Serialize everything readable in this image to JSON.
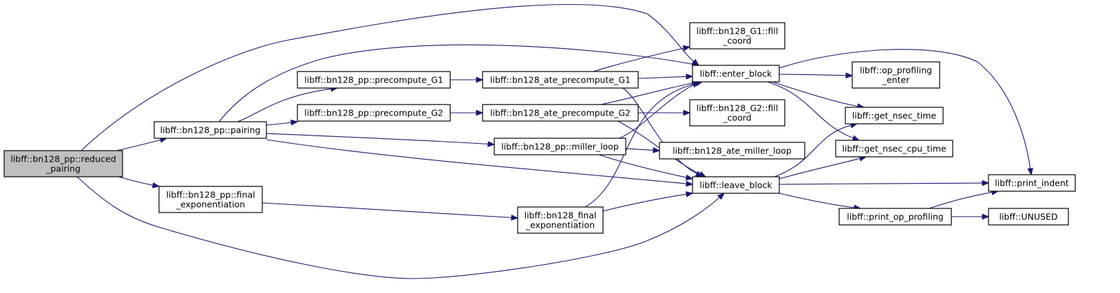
{
  "colors": {
    "edge": "#191970",
    "node_fill": "#ffffff",
    "root_fill": "#bfbfbf",
    "node_border": "#000000",
    "background": "#ffffff"
  },
  "nodes": [
    {
      "id": "reduced_pairing",
      "lines": [
        "libff::bn128_pp::reduced",
        "_pairing"
      ],
      "root": true
    },
    {
      "id": "pairing",
      "lines": [
        "libff::bn128_pp::pairing"
      ]
    },
    {
      "id": "final_exponentiation",
      "lines": [
        "libff::bn128_pp::final",
        "_exponentiation"
      ]
    },
    {
      "id": "precompute_G1",
      "lines": [
        "libff::bn128_pp::precompute_G1"
      ]
    },
    {
      "id": "precompute_G2",
      "lines": [
        "libff::bn128_pp::precompute_G2"
      ]
    },
    {
      "id": "miller_loop",
      "lines": [
        "libff::bn128_pp::miller_loop"
      ]
    },
    {
      "id": "ate_precompute_G1",
      "lines": [
        "libff::bn128_ate_precompute_G1"
      ]
    },
    {
      "id": "ate_precompute_G2",
      "lines": [
        "libff::bn128_ate_precompute_G2"
      ]
    },
    {
      "id": "bn128_final_exponentiation",
      "lines": [
        "libff::bn128_final",
        "_exponentiation"
      ]
    },
    {
      "id": "G1_fill_coord",
      "lines": [
        "libff::bn128_G1::fill",
        "_coord"
      ]
    },
    {
      "id": "enter_block",
      "lines": [
        "libff::enter_block"
      ]
    },
    {
      "id": "G2_fill_coord",
      "lines": [
        "libff::bn128_G2::fill",
        "_coord"
      ]
    },
    {
      "id": "ate_miller_loop",
      "lines": [
        "libff::bn128_ate_miller_loop"
      ]
    },
    {
      "id": "leave_block",
      "lines": [
        "libff::leave_block"
      ]
    },
    {
      "id": "op_profiling_enter",
      "lines": [
        "libff::op_profiling",
        "_enter"
      ]
    },
    {
      "id": "get_nsec_time",
      "lines": [
        "libff::get_nsec_time"
      ]
    },
    {
      "id": "get_nsec_cpu_time",
      "lines": [
        "libff::get_nsec_cpu_time"
      ]
    },
    {
      "id": "print_op_profiling",
      "lines": [
        "libff::print_op_profiling"
      ]
    },
    {
      "id": "print_indent",
      "lines": [
        "libff::print_indent"
      ]
    },
    {
      "id": "UNUSED",
      "lines": [
        "libff::UNUSED"
      ]
    }
  ],
  "edges": [
    [
      "reduced_pairing",
      "pairing"
    ],
    [
      "reduced_pairing",
      "final_exponentiation"
    ],
    [
      "reduced_pairing",
      "enter_block"
    ],
    [
      "reduced_pairing",
      "leave_block"
    ],
    [
      "pairing",
      "precompute_G1"
    ],
    [
      "pairing",
      "precompute_G2"
    ],
    [
      "pairing",
      "miller_loop"
    ],
    [
      "pairing",
      "enter_block"
    ],
    [
      "pairing",
      "leave_block"
    ],
    [
      "final_exponentiation",
      "bn128_final_exponentiation"
    ],
    [
      "precompute_G1",
      "ate_precompute_G1"
    ],
    [
      "precompute_G2",
      "ate_precompute_G2"
    ],
    [
      "ate_precompute_G1",
      "G1_fill_coord"
    ],
    [
      "ate_precompute_G1",
      "enter_block"
    ],
    [
      "ate_precompute_G1",
      "leave_block"
    ],
    [
      "ate_precompute_G2",
      "G2_fill_coord"
    ],
    [
      "ate_precompute_G2",
      "enter_block"
    ],
    [
      "ate_precompute_G2",
      "leave_block"
    ],
    [
      "miller_loop",
      "ate_miller_loop"
    ],
    [
      "miller_loop",
      "enter_block"
    ],
    [
      "miller_loop",
      "leave_block"
    ],
    [
      "bn128_final_exponentiation",
      "enter_block"
    ],
    [
      "bn128_final_exponentiation",
      "leave_block"
    ],
    [
      "enter_block",
      "op_profiling_enter"
    ],
    [
      "enter_block",
      "get_nsec_time"
    ],
    [
      "enter_block",
      "get_nsec_cpu_time"
    ],
    [
      "enter_block",
      "print_indent"
    ],
    [
      "leave_block",
      "get_nsec_time"
    ],
    [
      "leave_block",
      "get_nsec_cpu_time"
    ],
    [
      "leave_block",
      "print_indent"
    ],
    [
      "leave_block",
      "print_op_profiling"
    ],
    [
      "print_op_profiling",
      "print_indent"
    ],
    [
      "print_op_profiling",
      "UNUSED"
    ]
  ]
}
